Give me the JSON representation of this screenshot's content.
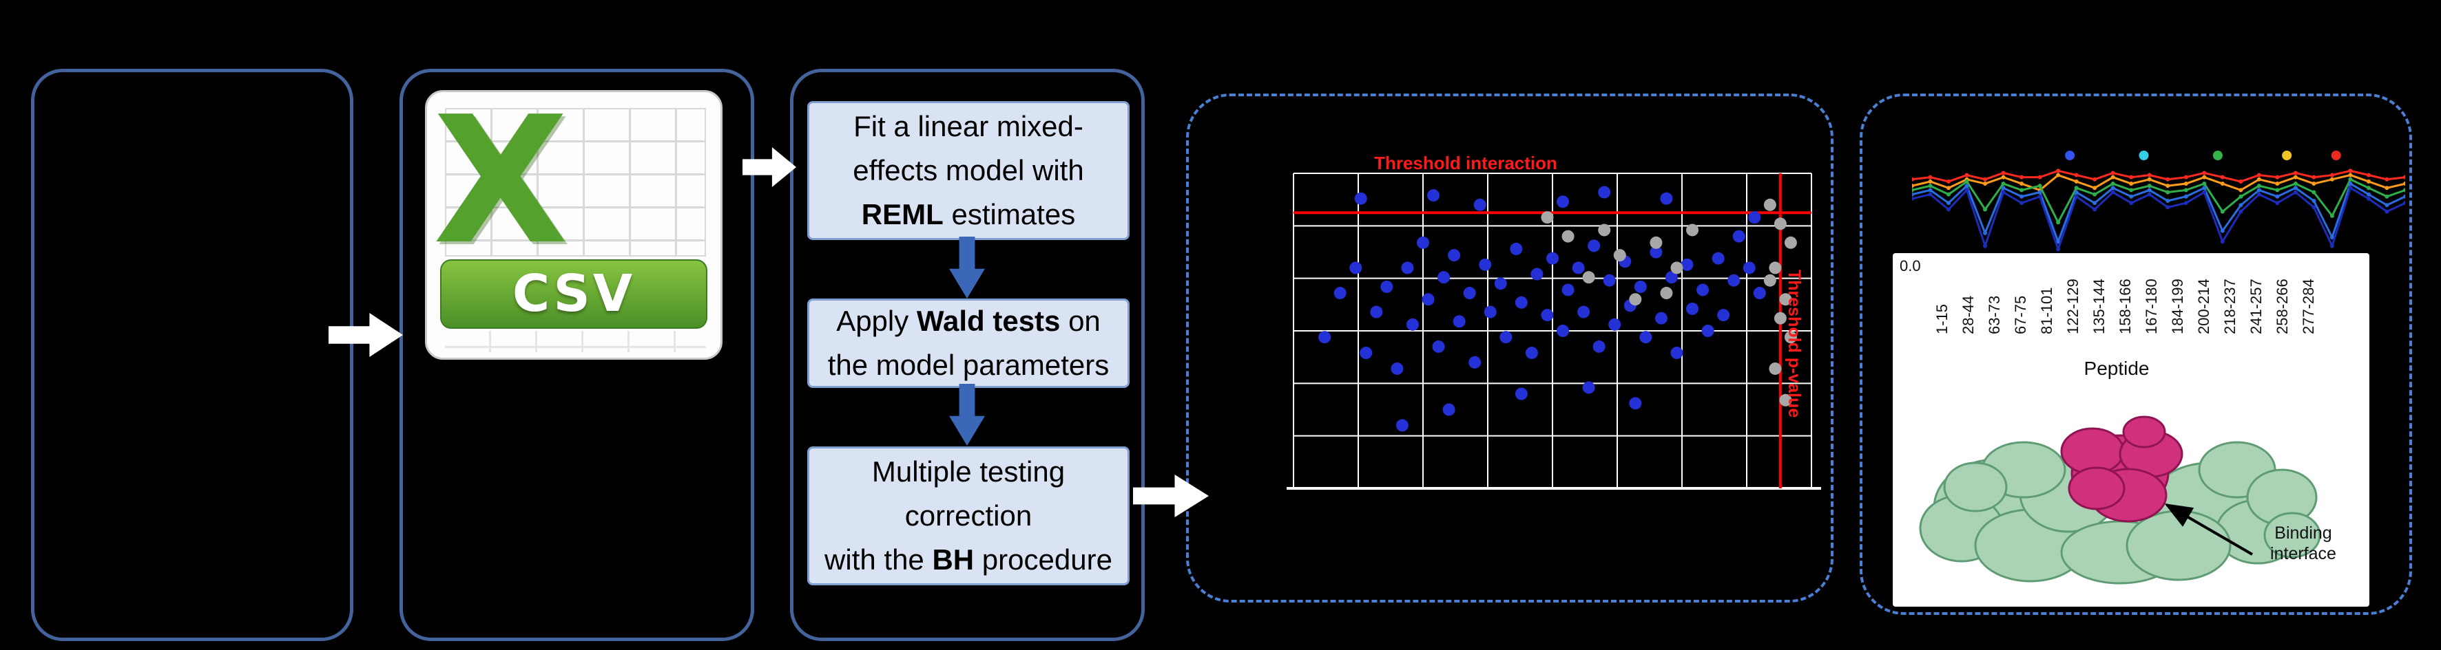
{
  "figure": {
    "background": "#000000",
    "solid_border_color": "#44639c",
    "dashed_border_color": "#4a7fd4",
    "arrow_color": "#ffffff",
    "step_arrow_color": "#3a67b8"
  },
  "csv": {
    "letter": "X",
    "banner": "CSV",
    "green": "#55a12e"
  },
  "steps": {
    "model": {
      "l1": "Fit a linear mixed-",
      "l2": "effects model with",
      "l3_bold": "REML",
      "l3_rest": " estimates"
    },
    "wald": {
      "l1a": "Apply ",
      "l1_bold": "Wald tests",
      "l1b": " on",
      "l2": "the model parameters"
    },
    "bh": {
      "l1": "Multiple testing",
      "l2": "correction",
      "l3a": "with the ",
      "l3_bold": "BH",
      "l3b": " procedure"
    }
  },
  "chart_data": [
    {
      "type": "scatter",
      "title": "Threshold interaction",
      "side_label": "Threshold p-value",
      "grid": {
        "cols": 8,
        "rows": 6,
        "color": "#ffffff"
      },
      "thresholds": {
        "h_pct": 12.5,
        "v_pct": 94,
        "color": "#ff0000"
      },
      "series": [
        {
          "name": "blue",
          "color": "#2431d6",
          "points_pct": [
            [
              6,
              52
            ],
            [
              9,
              38
            ],
            [
              12,
              30
            ],
            [
              13,
              8
            ],
            [
              14,
              57
            ],
            [
              16,
              44
            ],
            [
              18,
              36
            ],
            [
              20,
              62
            ],
            [
              21,
              80
            ],
            [
              22,
              30
            ],
            [
              23,
              48
            ],
            [
              25,
              22
            ],
            [
              26,
              40
            ],
            [
              27,
              7
            ],
            [
              28,
              55
            ],
            [
              29,
              33
            ],
            [
              30,
              75
            ],
            [
              31,
              26
            ],
            [
              32,
              47
            ],
            [
              34,
              38
            ],
            [
              35,
              60
            ],
            [
              36,
              10
            ],
            [
              37,
              29
            ],
            [
              38,
              44
            ],
            [
              40,
              35
            ],
            [
              41,
              52
            ],
            [
              43,
              24
            ],
            [
              44,
              41
            ],
            [
              44,
              70
            ],
            [
              46,
              57
            ],
            [
              47,
              32
            ],
            [
              49,
              45
            ],
            [
              50,
              27
            ],
            [
              52,
              9
            ],
            [
              52,
              50
            ],
            [
              53,
              37
            ],
            [
              55,
              30
            ],
            [
              56,
              44
            ],
            [
              57,
              68
            ],
            [
              58,
              23
            ],
            [
              59,
              55
            ],
            [
              60,
              6
            ],
            [
              61,
              34
            ],
            [
              62,
              48
            ],
            [
              64,
              28
            ],
            [
              65,
              42
            ],
            [
              66,
              73
            ],
            [
              67,
              36
            ],
            [
              68,
              52
            ],
            [
              70,
              25
            ],
            [
              71,
              46
            ],
            [
              72,
              8
            ],
            [
              73,
              33
            ],
            [
              74,
              57
            ],
            [
              76,
              29
            ],
            [
              77,
              43
            ],
            [
              79,
              37
            ],
            [
              80,
              50
            ],
            [
              82,
              27
            ],
            [
              83,
              45
            ],
            [
              85,
              34
            ],
            [
              86,
              20
            ],
            [
              88,
              30
            ],
            [
              89,
              14
            ],
            [
              90,
              38
            ]
          ]
        },
        {
          "name": "grey",
          "color": "#a8a8a8",
          "points_pct": [
            [
              49,
              14
            ],
            [
              53,
              20
            ],
            [
              60,
              18
            ],
            [
              63,
              26
            ],
            [
              57,
              33
            ],
            [
              66,
              40
            ],
            [
              70,
              22
            ],
            [
              74,
              30
            ],
            [
              77,
              18
            ],
            [
              72,
              38
            ],
            [
              92,
              10
            ],
            [
              94,
              16
            ],
            [
              96,
              22
            ],
            [
              93,
              30
            ],
            [
              95,
              40
            ],
            [
              96,
              52
            ],
            [
              93,
              62
            ],
            [
              95,
              72
            ],
            [
              92,
              34
            ],
            [
              94,
              46
            ]
          ]
        }
      ]
    },
    {
      "type": "line",
      "legend_dots": [
        {
          "color": "#3355ee",
          "x_pct": 32
        },
        {
          "color": "#35cde8",
          "x_pct": 47
        },
        {
          "color": "#33b54a",
          "x_pct": 62
        },
        {
          "color": "#f2c522",
          "x_pct": 76
        },
        {
          "color": "#ee2a1f",
          "x_pct": 86
        }
      ],
      "series": [
        {
          "name": "red",
          "color": "#ff2a1f",
          "values": [
            30,
            28,
            32,
            26,
            30,
            24,
            28,
            28,
            22,
            26,
            30,
            24,
            28,
            26,
            30,
            28,
            24,
            28,
            32,
            26,
            28,
            24,
            28,
            26,
            22,
            26,
            30,
            28
          ]
        },
        {
          "name": "orange",
          "color": "#ff9b1a",
          "values": [
            36,
            32,
            38,
            30,
            34,
            28,
            34,
            40,
            26,
            32,
            38,
            28,
            34,
            30,
            36,
            34,
            28,
            34,
            40,
            30,
            34,
            28,
            34,
            30,
            26,
            32,
            38,
            34
          ]
        },
        {
          "name": "green",
          "color": "#2fae4c",
          "values": [
            40,
            36,
            44,
            32,
            58,
            34,
            40,
            36,
            70,
            38,
            44,
            34,
            40,
            36,
            42,
            40,
            34,
            60,
            46,
            36,
            40,
            34,
            42,
            64,
            30,
            38,
            46,
            40
          ]
        },
        {
          "name": "blue",
          "color": "#2a6de0",
          "values": [
            44,
            40,
            52,
            36,
            80,
            38,
            46,
            42,
            88,
            42,
            52,
            38,
            46,
            40,
            50,
            46,
            38,
            78,
            54,
            40,
            46,
            38,
            50,
            84,
            34,
            44,
            54,
            46
          ]
        },
        {
          "name": "navy",
          "color": "#1c2cb8",
          "values": [
            48,
            44,
            58,
            40,
            92,
            42,
            52,
            46,
            95,
            46,
            58,
            42,
            52,
            44,
            56,
            52,
            42,
            88,
            60,
            44,
            52,
            42,
            56,
            92,
            38,
            48,
            60,
            52
          ]
        }
      ]
    }
  ],
  "peptide_axis": {
    "y_tick": "0.0",
    "title": "Peptide",
    "labels": [
      "1-15",
      "28-44",
      "63-73",
      "67-75",
      "81-101",
      "122-129",
      "135-144",
      "158-166",
      "167-180",
      "184-199",
      "200-214",
      "218-237",
      "241-257",
      "258-266",
      "277-284"
    ]
  },
  "protein": {
    "surface": "#a9d3b4",
    "surface_edge": "#5f9c74",
    "interface": "#d0307c",
    "interface_edge": "#8f1452"
  },
  "annotation": {
    "l1": "Binding",
    "l2": "interface"
  }
}
